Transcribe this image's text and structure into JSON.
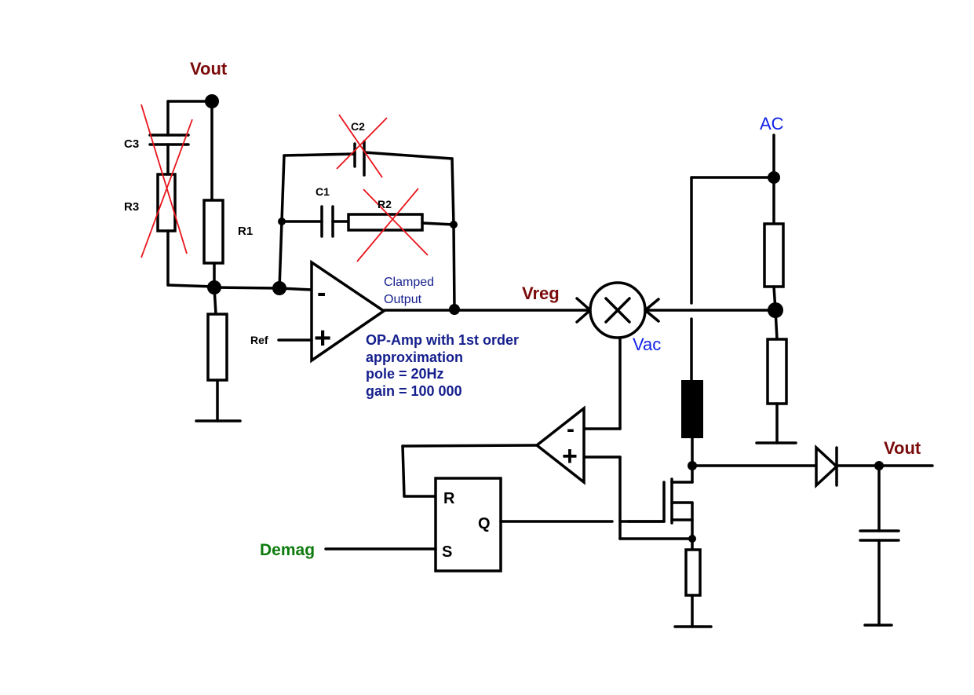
{
  "labels": {
    "vout_top": "Vout",
    "c3": "C3",
    "r3": "R3",
    "r1": "R1",
    "c2": "C2",
    "c1": "C1",
    "r2": "R2",
    "ref": "Ref",
    "clamped_line1": "Clamped",
    "clamped_line2": "Output",
    "opamp_note1": "OP-Amp with 1st order",
    "opamp_note2": "approximation",
    "opamp_note3": "pole = 20Hz",
    "opamp_note4": "gain = 100 000",
    "vreg": "Vreg",
    "vac": "Vac",
    "ac": "AC",
    "vout_right": "Vout",
    "demag": "Demag",
    "ff_r": "R",
    "ff_q": "Q",
    "ff_s": "S",
    "minus": "-",
    "plus": "+"
  },
  "colors": {
    "wire": "#000000",
    "strike": "#e8141b",
    "dark_red": "#7b0a0a",
    "blue": "#1020e8",
    "navy": "#141e8c",
    "green": "#0c7a0c"
  },
  "crossed_out_components": [
    "C3",
    "R3",
    "C2",
    "R2"
  ]
}
